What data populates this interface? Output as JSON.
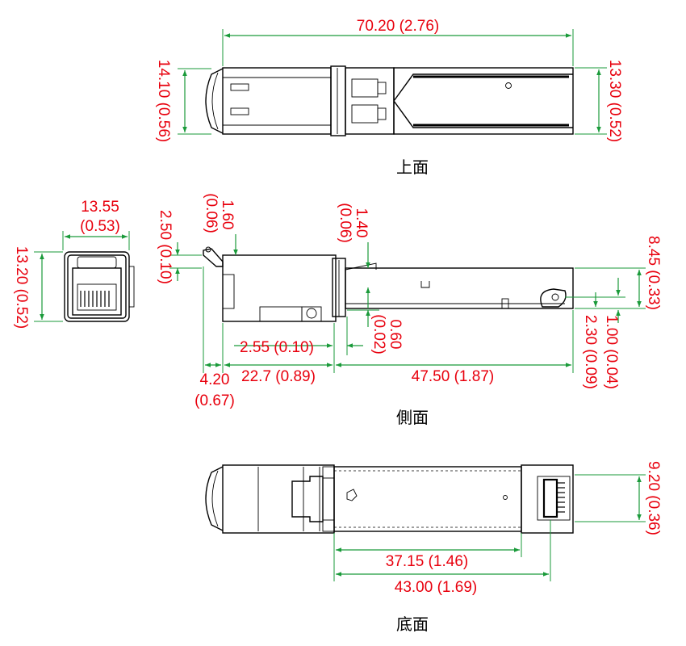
{
  "colors": {
    "dimension_line": "#1a9a3a",
    "dimension_text": "#e8000d",
    "drawing": "#000000"
  },
  "views": {
    "top": {
      "label": "上面"
    },
    "side": {
      "label": "側面"
    },
    "bottom": {
      "label": "底面"
    }
  },
  "dimensions": {
    "top_length": "70.20 (2.76)",
    "top_height_left": "14.10 (0.56)",
    "top_height_right": "13.30 (0.52)",
    "front_width_a": "13.55",
    "front_width_b": "(0.53)",
    "front_height": "13.20 (0.52)",
    "side_latch_height": "2.50 (0.10)",
    "side_1_60_a": "1.60",
    "side_1_60_b": "(0.06)",
    "side_1_40_a": "1.40",
    "side_1_40_b": "(0.06)",
    "side_8_45": "8.45 (0.33)",
    "side_2_55": "2.55 (0.10)",
    "side_0_60_a": "0.60",
    "side_0_60_b": "(0.02)",
    "side_1_00": "1.00 (0.04)",
    "side_2_30": "2.30 (0.09)",
    "side_4_20_a": "4.20",
    "side_4_20_b": "(0.67)",
    "side_22_7": "22.7 (0.89)",
    "side_47_50": "47.50 (1.87)",
    "bottom_9_20": "9.20 (0.36)",
    "bottom_37_15": "37.15 (1.46)",
    "bottom_43_00": "43.00 (1.69)"
  }
}
